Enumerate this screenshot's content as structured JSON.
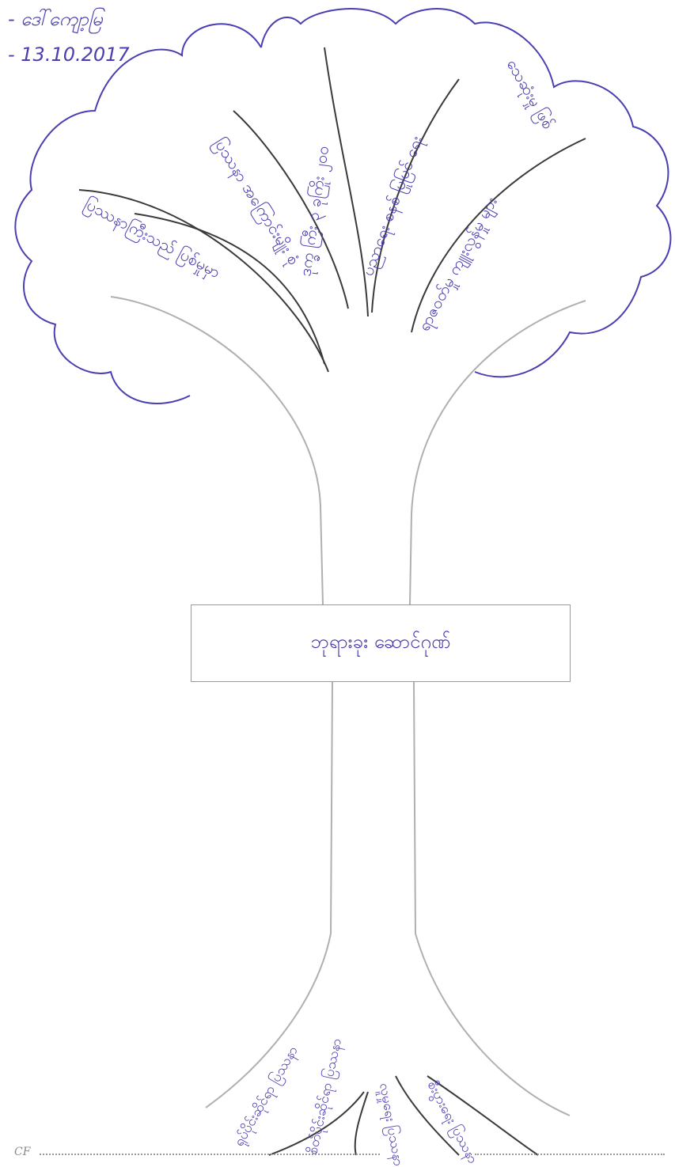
{
  "header": {
    "name": "- ဒေါ်ကျော့မြ",
    "date": "- 13.10.2017"
  },
  "trunk": {
    "label": "ဘုရားခုး ဆောင်ဂုဏ်"
  },
  "branches": [
    {
      "text": "ပြဿနာကြီးသည် ပြစ်မှုမှာ"
    },
    {
      "text": "ပြဿနာ အကြောင်းမျိုး စုံ"
    },
    {
      "text": "ဒုက္ခ ကြီး ၃ ခုကြိုး ၂၀၀"
    },
    {
      "text": "ပညာရေး စနစ် ပြုပြင် ရေး"
    },
    {
      "text": "ရာဇဝတ်မှု ကျူးလွန်မှု များ"
    },
    {
      "text": "သေဆုံးမှု ဖြစ်"
    }
  ],
  "roots": [
    {
      "text": "ရုပ်ပိုင်းဆိုင်ရာ ပြဿနာ"
    },
    {
      "text": "စိတ်ပိုင်းဆိုင်ရာ ပြဿနာ"
    },
    {
      "text": "လူမှုရေး ပြဿနာ"
    },
    {
      "text": "စီးပွားရေး ပြဿနာ"
    }
  ],
  "footer": {
    "left_mark": "CF"
  }
}
